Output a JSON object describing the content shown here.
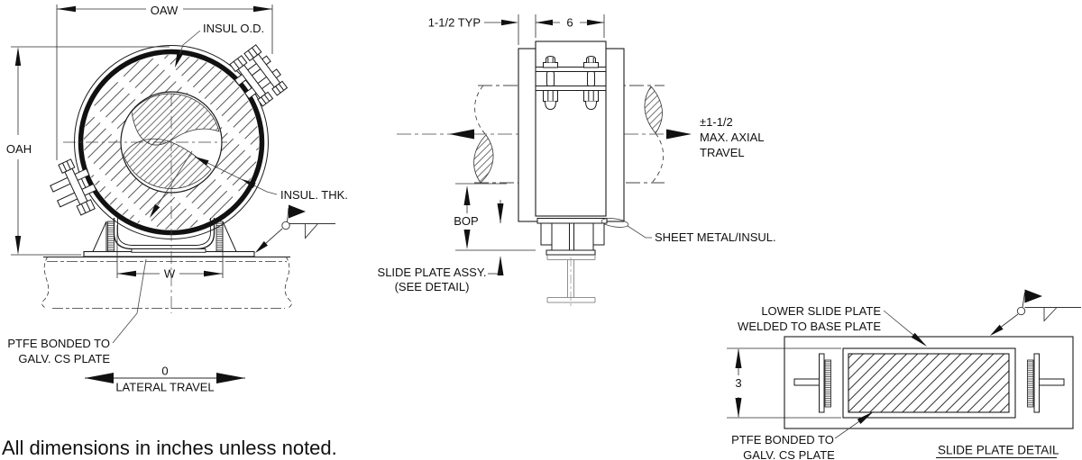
{
  "note": "All dimensions in inches unless noted.",
  "front_view": {
    "dim_oaw": "OAW",
    "dim_oah": "OAH",
    "dim_w": "W",
    "lateral_travel_value": "0",
    "lateral_travel_label": "LATERAL TRAVEL",
    "callout_insul_od": "INSUL O.D.",
    "callout_insul_thk": "INSUL. THK.",
    "callout_ptfe_line1": "PTFE BONDED TO",
    "callout_ptfe_line2": "GALV. CS PLATE"
  },
  "side_view": {
    "dim_typ": "1-1/2 TYP",
    "dim_width": "6",
    "dim_bop": "BOP",
    "axial_line1": "±1-1/2",
    "axial_line2": "MAX. AXIAL",
    "axial_line3": "TRAVEL",
    "callout_sheet_metal": "SHEET METAL/INSUL.",
    "callout_slide_assy_line1": "SLIDE PLATE ASSY.",
    "callout_slide_assy_line2": "(SEE DETAIL)"
  },
  "detail_view": {
    "title": "SLIDE PLATE DETAIL",
    "dim_height": "3",
    "callout_lower_line1": "LOWER SLIDE PLATE",
    "callout_lower_line2": "WELDED TO BASE PLATE",
    "callout_ptfe_line1": "PTFE BONDED TO",
    "callout_ptfe_line2": "GALV. CS PLATE"
  },
  "colors": {
    "line": "#1b1b1b",
    "light_line": "#8f8f8f",
    "background": "#ffffff"
  }
}
